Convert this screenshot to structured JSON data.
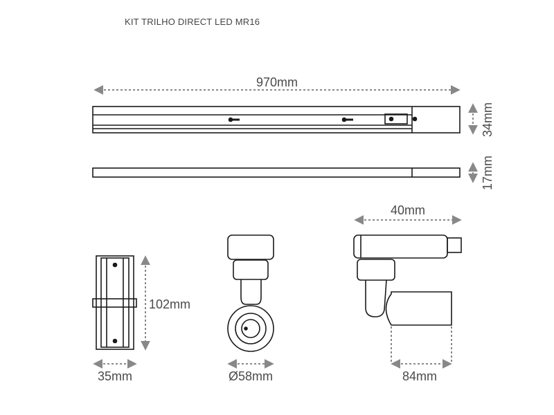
{
  "title": "KIT TRILHO DIRECT LED MR16",
  "dimensions": {
    "rail_length": "970mm",
    "rail_height": "34mm",
    "rail_thickness": "17mm",
    "connector_length": "102mm",
    "connector_width": "35mm",
    "spot_diameter": "Ø58mm",
    "spot_depth": "40mm",
    "spot_length": "84mm"
  },
  "colors": {
    "line": "#1a1a1a",
    "dimension": "#888888",
    "text": "#4a4a4a"
  }
}
